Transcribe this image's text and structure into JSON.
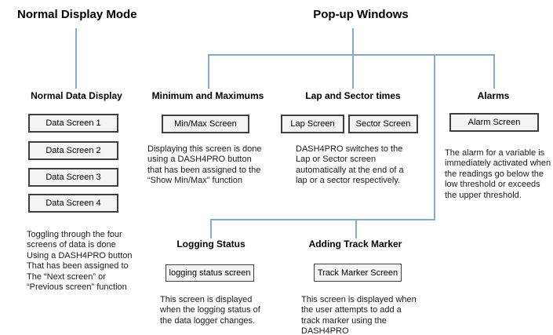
{
  "titles": {
    "normal_display_mode": "Normal Display Mode",
    "popup_windows": "Pop-up Windows"
  },
  "sections": {
    "normal_data_display": {
      "heading": "Normal Data Display",
      "screens": [
        "Data Screen 1",
        "Data Screen 2",
        "Data Screen 3",
        "Data Screen 4"
      ],
      "description": "Toggling through the four\nscreens of data is done\nUsing a DASH4PRO button\nThat has been assigned to\nThe “Next screen” or\n“Previous screen” function"
    },
    "minimum_and_maximums": {
      "heading": "Minimum and Maximums",
      "screen": "Min/Max Screen",
      "description": "Displaying this screen is done\nusing a DASH4PRO button\nthat has been assigned to the\n“Show Min/Max” function"
    },
    "lap_and_sector_times": {
      "heading": "Lap and Sector times",
      "screens": [
        "Lap Screen",
        "Sector Screen"
      ],
      "description": "DASH4PRO switches to the\nLap or Sector screen\nautomatically at the end of a\nlap or a sector respectively."
    },
    "alarms": {
      "heading": "Alarms",
      "screen": "Alarm Screen",
      "description": "The alarm for a variable is\nimmediately activated when\nthe readings go below the\nlow threshold or exceeds\nthe upper threshold."
    },
    "logging_status": {
      "heading": "Logging Status",
      "screen": "logging status screen",
      "description": "This screen is displayed\nwhen the logging status of\nthe data logger changes."
    },
    "adding_track_marker": {
      "heading": "Adding Track Marker",
      "screen": "Track Marker Screen",
      "description": "This screen is displayed when\nthe user attempts to add a\ntrack marker using the\nDASH4PRO"
    }
  },
  "colors": {
    "connector": "#85a9d6",
    "box_border": "#3f3f3f",
    "box_fill": "#f4f4f4",
    "text": "#1a1a1a"
  }
}
